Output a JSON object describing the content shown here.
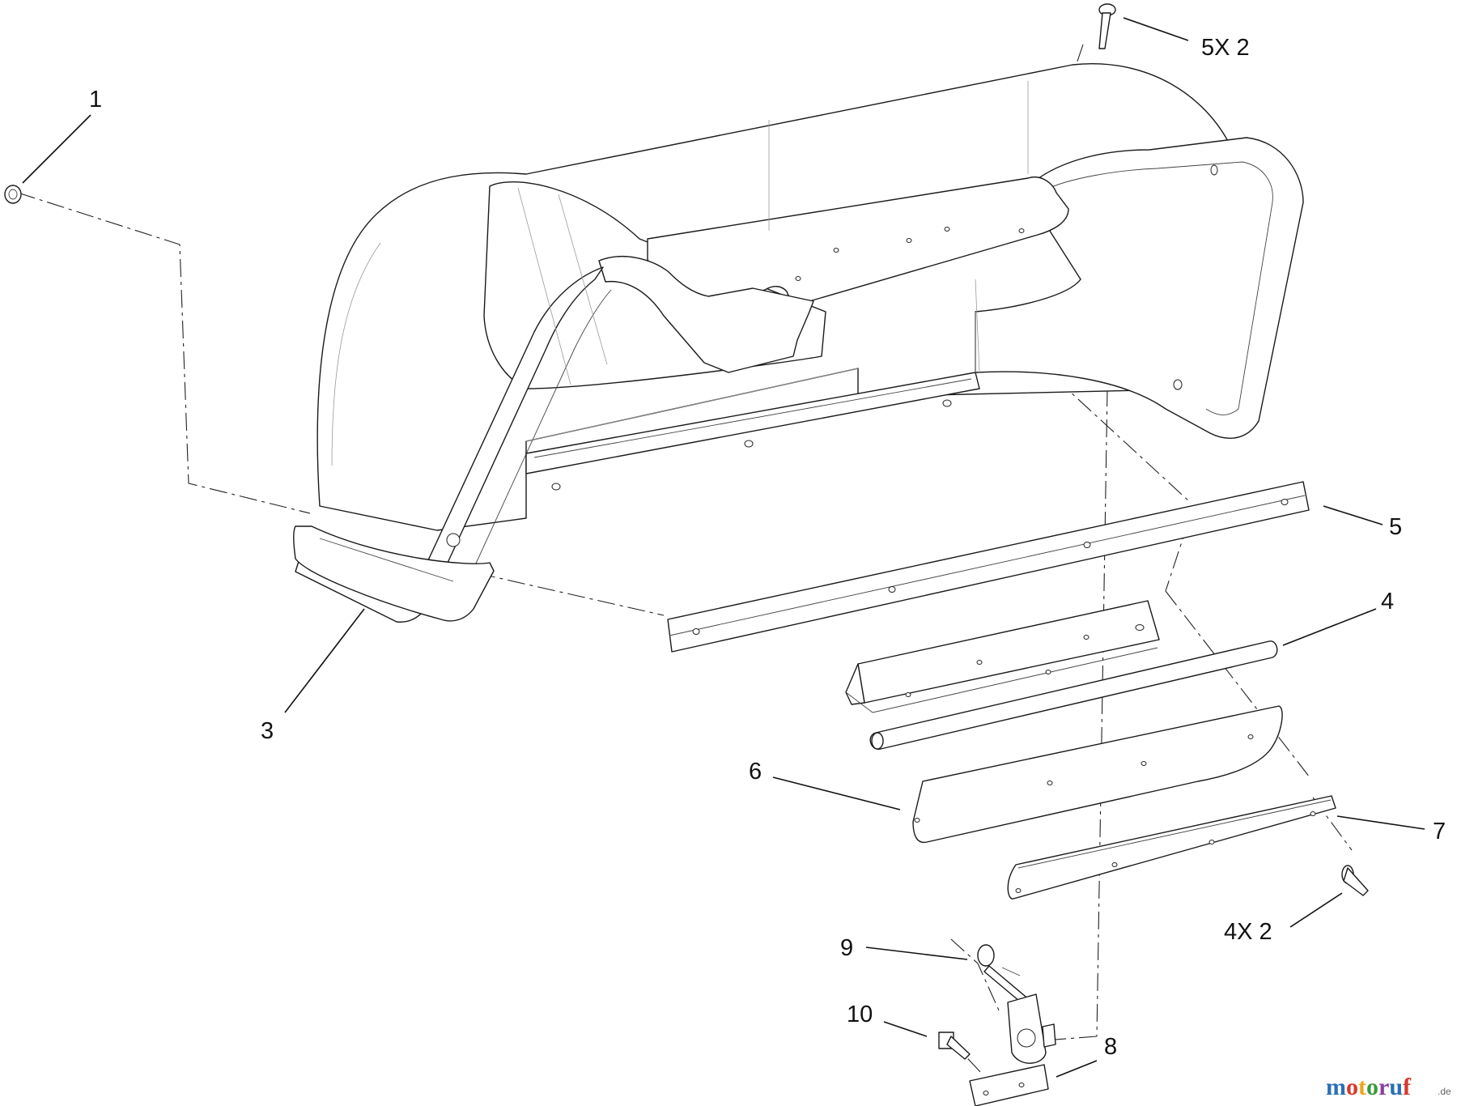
{
  "callouts": [
    {
      "id": "1",
      "text": "1"
    },
    {
      "id": "3",
      "text": "3"
    },
    {
      "id": "4",
      "text": "4"
    },
    {
      "id": "5",
      "text": "5"
    },
    {
      "id": "5x2",
      "text": "5X 2"
    },
    {
      "id": "6",
      "text": "6"
    },
    {
      "id": "7",
      "text": "7"
    },
    {
      "id": "8",
      "text": "8"
    },
    {
      "id": "9",
      "text": "9"
    },
    {
      "id": "10",
      "text": "10"
    },
    {
      "id": "4x2",
      "text": "4X 2"
    }
  ],
  "watermark": {
    "brand": "motoruf",
    "suffix": ".de",
    "colors": [
      "#2a6fb5",
      "#d9372b",
      "#f0a51c",
      "#3a9a3a",
      "#8a3fa0",
      "#2a6fb5",
      "#d9372b"
    ]
  }
}
